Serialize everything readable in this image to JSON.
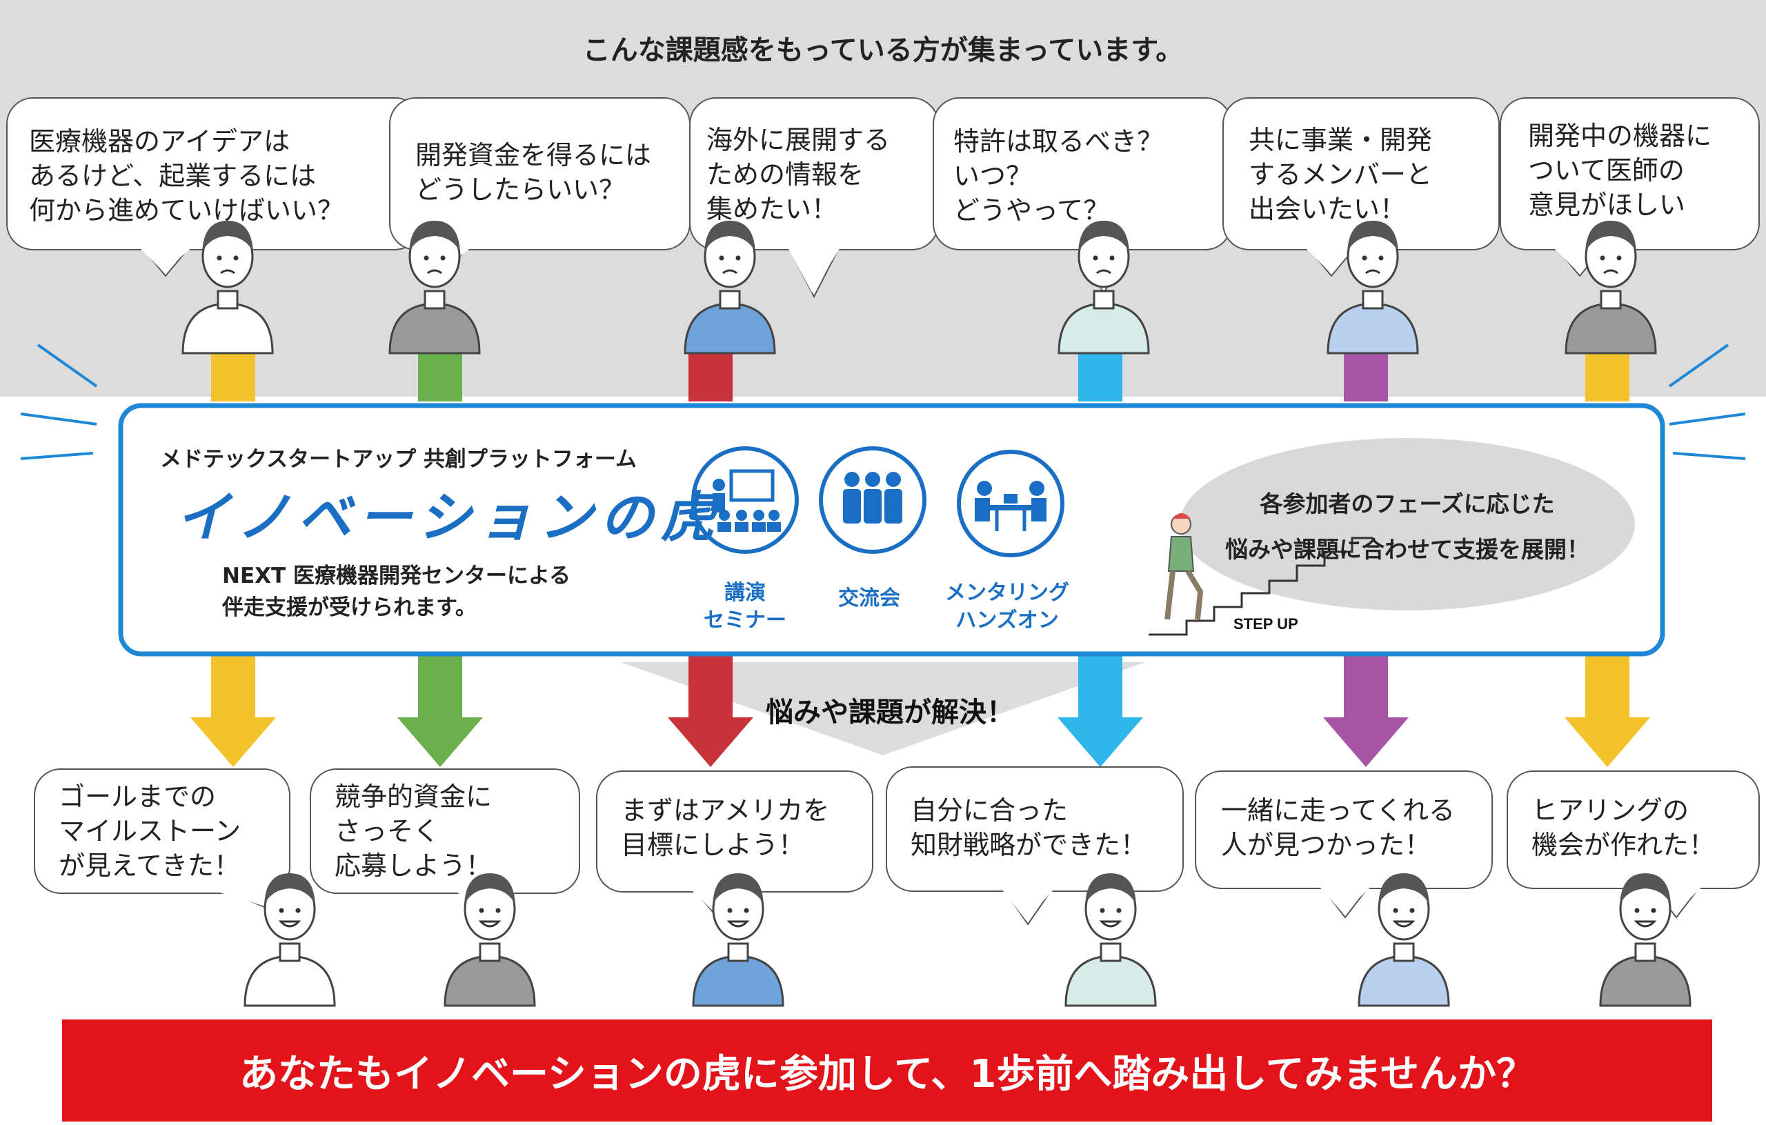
{
  "header": {
    "title": "こんな課題感をもっている方が集まっています。"
  },
  "concerns": [
    {
      "text": "医療機器のアイデアは\nあるけど、起業するには\n何から進めていけばいい？",
      "color": "#f4c22b"
    },
    {
      "text": "開発資金を得るには\nどうしたらいい？",
      "color": "#6ab04c"
    },
    {
      "text": "海外に展開する\nための情報を\n集めたい！",
      "color": "#c8323a"
    },
    {
      "text": "特許は取るべき？\nいつ？\nどうやって？",
      "color": "#2fb5ea"
    },
    {
      "text": "共に事業・開発\nするメンバーと\n出会いたい！",
      "color": "#a855a8"
    },
    {
      "text": "開発中の機器に\nついて医師の\n意見がほしい",
      "color": "#f4c22b"
    }
  ],
  "platform": {
    "subtitle": "メドテックスタートアップ 共創プラットフォーム",
    "title": "イノベーションの虎",
    "description": "NEXT 医療機器開発センターによる\n伴走支援が受けられます。",
    "accent": "#1a6fc4",
    "services": [
      {
        "label": "講演\nセミナー",
        "icon": "lecture-icon"
      },
      {
        "label": "交流会",
        "icon": "networking-icon"
      },
      {
        "label": "メンタリング\nハンズオン",
        "icon": "mentoring-icon"
      }
    ],
    "phase_text": "各参加者のフェーズに応じた\n悩みや課題に合わせて支援を展開！",
    "step_up": "STEP UP"
  },
  "resolve_text": "悩みや課題が解決！",
  "results": [
    {
      "text": "ゴールまでの\nマイルストーン\nが見えてきた！"
    },
    {
      "text": "競争的資金に\nさっそく\n応募しよう！"
    },
    {
      "text": "まずはアメリカを\n目標にしよう！"
    },
    {
      "text": "自分に合った\n知財戦略ができた！"
    },
    {
      "text": "一緒に走ってくれる\n人が見つかった！"
    },
    {
      "text": "ヒアリングの\n機会が作れた！"
    }
  ],
  "banner": {
    "text": "あなたもイノベーションの虎に参加して、1歩前へ踏み出してみませんか？",
    "color": "#e3131a"
  }
}
